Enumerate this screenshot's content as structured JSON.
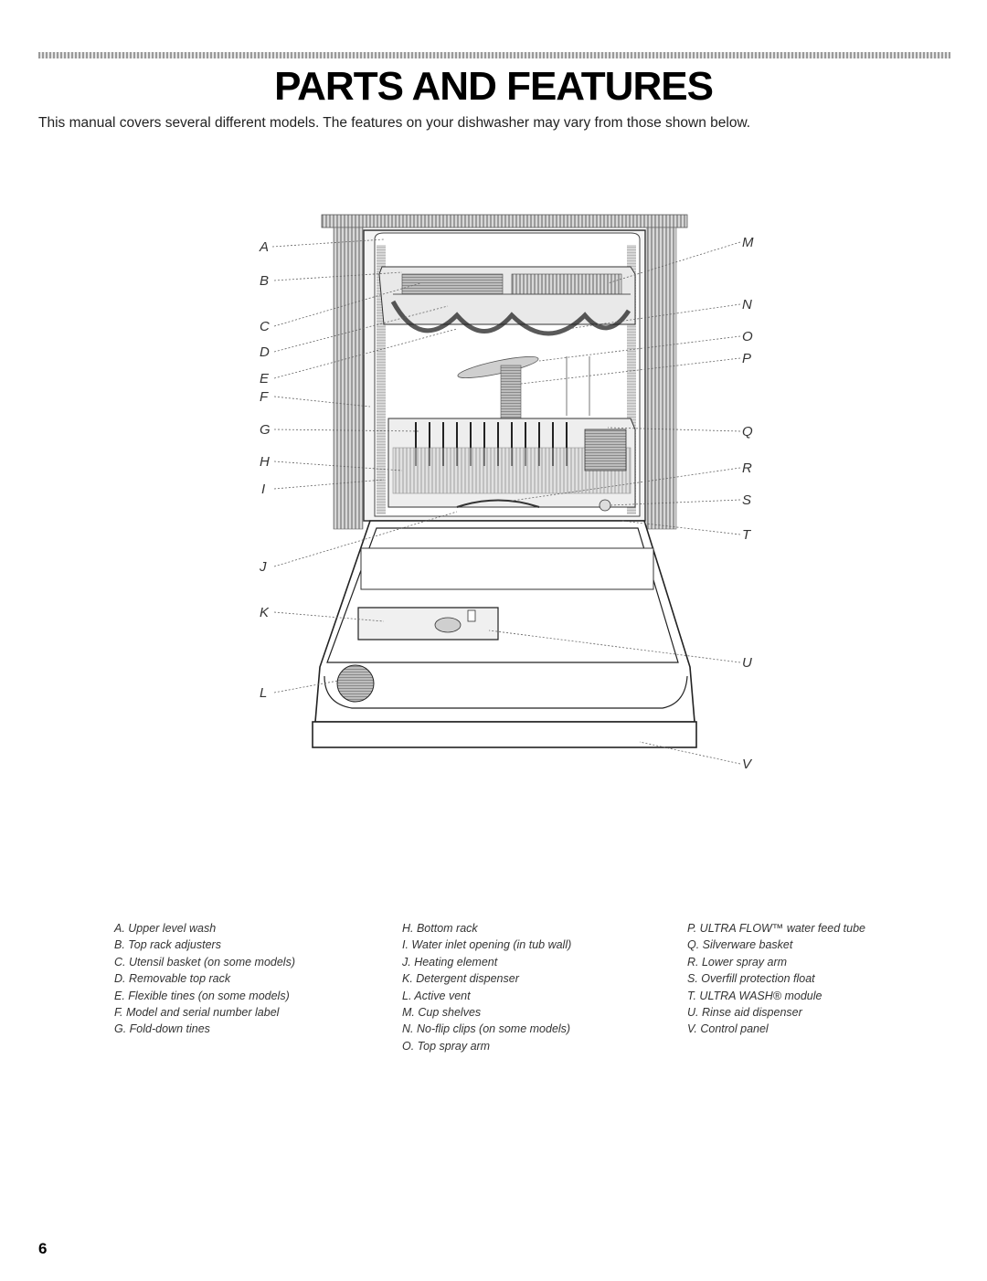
{
  "title": "PARTS AND FEATURES",
  "intro": "This manual covers several different models. The features on your dishwasher may vary from those shown below.",
  "callouts": {
    "left": [
      "A",
      "B",
      "C",
      "D",
      "E",
      "F",
      "G",
      "H",
      "I",
      "J",
      "K",
      "L"
    ],
    "right": [
      "M",
      "N",
      "O",
      "P",
      "Q",
      "R",
      "S",
      "T",
      "U",
      "V"
    ]
  },
  "legend": {
    "col1": [
      "A. Upper level wash",
      "B. Top rack adjusters",
      "C. Utensil basket (on some models)",
      "D. Removable top rack",
      "E. Flexible tines (on some models)",
      "F. Model and serial number label",
      "G. Fold-down tines"
    ],
    "col2": [
      "H. Bottom rack",
      "I. Water inlet opening (in tub wall)",
      "J. Heating element",
      "K. Detergent dispenser",
      "L. Active vent",
      "M. Cup shelves",
      "N. No-flip clips (on some models)",
      "O. Top spray arm"
    ],
    "col3": [
      "P. ULTRA FLOW™ water feed tube",
      "Q. Silverware basket",
      "R. Lower spray arm",
      "S. Overfill protection float",
      "T. ULTRA WASH® module",
      "U. Rinse aid dispenser",
      "V. Control panel"
    ]
  },
  "page_number": "6"
}
